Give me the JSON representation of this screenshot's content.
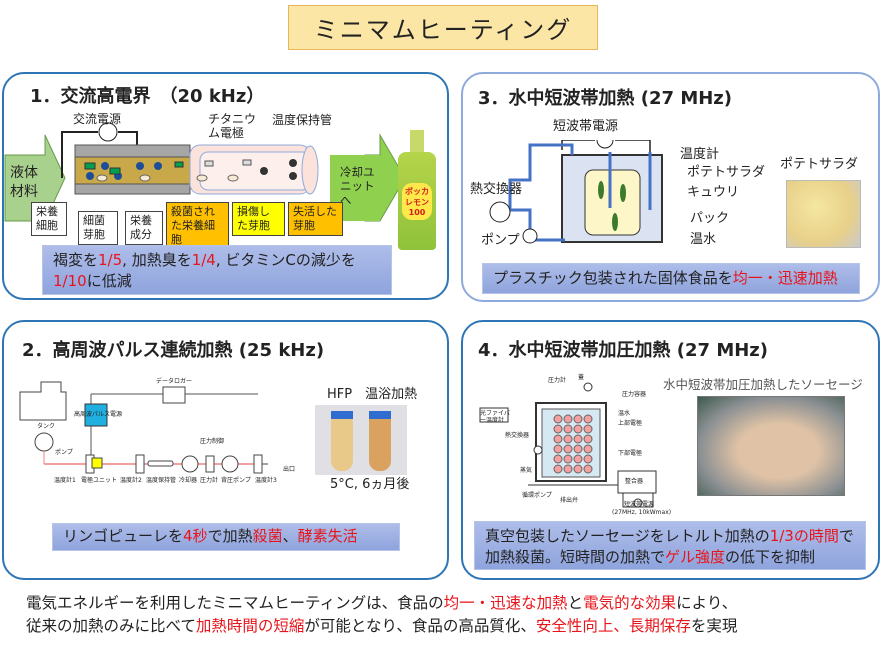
{
  "title": "ミニマムヒーティング",
  "panel1": {
    "heading": "1．交流高電界　（20 kHz）",
    "labels": {
      "power": "交流電源",
      "electrode": "チタニウム電極",
      "holding_tube": "温度保持管",
      "liquid": "液体材料",
      "cooling": "冷却ユニットへ",
      "veg_cell": "栄養細胞",
      "spore": "細菌芽胞",
      "nutrient": "栄養成分",
      "killed": "殺菌された栄養細胞",
      "damaged": "損傷した芽胞",
      "inactivated": "失活した芽胞",
      "bottle": "ポッカレモン100"
    },
    "caption": [
      {
        "t": "褐変を",
        "red": false
      },
      {
        "t": "1/5",
        "red": true
      },
      {
        "t": ", 加熱臭を",
        "red": false
      },
      {
        "t": "1/4",
        "red": true
      },
      {
        "t": ", ビタミンCの減少を",
        "red": false
      },
      {
        "t": "1/10",
        "red": true
      },
      {
        "t": "に低減",
        "red": false
      }
    ]
  },
  "panel3": {
    "heading": "3．水中短波帯加熱 (27 MHz)",
    "labels": {
      "power": "短波帯電源",
      "thermometer": "温度計",
      "potato": "ポテトサラダ",
      "cucumber": "キュウリ",
      "pack": "パック",
      "water": "温水",
      "exchanger": "熱交換器",
      "pump": "ポンプ",
      "photo": "ポテトサラダ"
    },
    "caption": [
      {
        "t": "プラスチック包装された固体食品を",
        "red": false
      },
      {
        "t": "均一・迅速加熱",
        "red": true
      }
    ]
  },
  "panel2": {
    "heading": "2．高周波パルス連続加熱 (25 kHz)",
    "labels": {
      "logger": "データロガー",
      "tank": "タンク",
      "pump": "ポンプ",
      "power": "高周波パルス電源",
      "t1": "温度計1",
      "electrode": "電極ユニット",
      "t2": "温度計2",
      "holding": "温度保持管",
      "cooler": "冷却器",
      "pressure": "圧力計",
      "back_pump": "背圧ポンプ",
      "t3": "温度計3",
      "outlet": "出口",
      "pcontrol": "圧力制御"
    },
    "photo_header": "HFP　温浴加熱",
    "photo_caption": "5°C, 6ヵ月後",
    "caption": [
      {
        "t": "リンゴピューレを",
        "red": false
      },
      {
        "t": "4秒",
        "red": true
      },
      {
        "t": "で加熱",
        "red": false
      },
      {
        "t": "殺菌",
        "red": true
      },
      {
        "t": "、",
        "red": false
      },
      {
        "t": "酵素失活",
        "red": true
      }
    ]
  },
  "panel4": {
    "heading": "4．水中短波帯加圧加熱 (27 MHz)",
    "labels": {
      "gauge": "圧力計",
      "lid": "蓋",
      "vessel": "圧力容器",
      "water": "温水",
      "top_el": "上部電極",
      "bottom_el": "下部電極",
      "fiber": "光ファイバー温度計",
      "exchanger": "熱交換器",
      "steam": "蒸気",
      "circ_pump": "循環ポンプ",
      "drain": "排出弁",
      "matcher": "整合器",
      "power": "短波帯電源",
      "power_spec": "(27MHz, 10kWmax)"
    },
    "photo_header": "水中短波帯加圧加熱したソーセージ",
    "caption": [
      {
        "t": "真空包装したソーセージをレトルト加熱の",
        "red": false
      },
      {
        "t": "1/3の時間",
        "red": true
      },
      {
        "t": "で",
        "red": false
      },
      {
        "t": "\n加熱殺菌。短時間の加熱で",
        "red": false
      },
      {
        "t": "ゲル強度",
        "red": true
      },
      {
        "t": "の低下を抑制",
        "red": false
      }
    ]
  },
  "summary": [
    {
      "t": "電気エネルギーを利用したミニマムヒーティングは、食品の",
      "red": false
    },
    {
      "t": "均一・迅速な加熱",
      "red": true
    },
    {
      "t": "と",
      "red": false
    },
    {
      "t": "電気的な効果",
      "red": true
    },
    {
      "t": "により、\n従来の加熱のみに比べて",
      "red": false
    },
    {
      "t": "加熱時間の短縮",
      "red": true
    },
    {
      "t": "が可能となり、食品の高品質化、",
      "red": false
    },
    {
      "t": "安全性向上、長期保存",
      "red": true
    },
    {
      "t": "を実現",
      "red": false
    }
  ],
  "colors": {
    "accent_red": "#e8141b",
    "panel_border": "#2e75b6",
    "title_bg": "#fce6a6"
  }
}
